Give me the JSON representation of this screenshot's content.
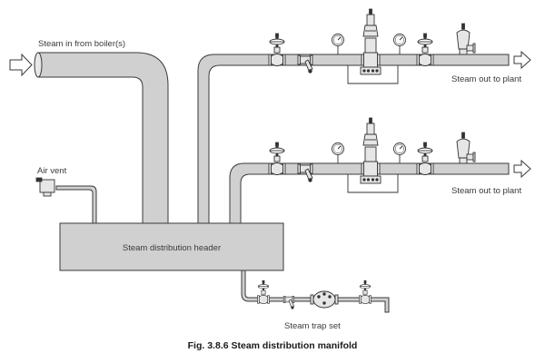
{
  "figure": {
    "caption": "Fig. 3.8.6 Steam distribution manifold"
  },
  "labels": {
    "steam_in": "Steam in from boiler(s)",
    "air_vent": "Air vent",
    "header": "Steam distribution header",
    "steam_out_1": "Steam out to plant",
    "steam_out_2": "Steam out to plant",
    "trap_set": "Steam trap set"
  },
  "icons": {
    "flow_arrow": "hollow-arrow-icon",
    "stop_valve": "globe-valve-icon",
    "pressure_gauge": "pressure-gauge-icon",
    "pressure_reducing_valve": "pressure-reducing-valve-icon",
    "safety_valve": "safety-valve-icon",
    "strainer": "strainer-icon",
    "steam_trap": "steam-trap-icon"
  },
  "colors": {
    "pipe": "#d0d0d0",
    "outline": "#3a3a3a"
  }
}
